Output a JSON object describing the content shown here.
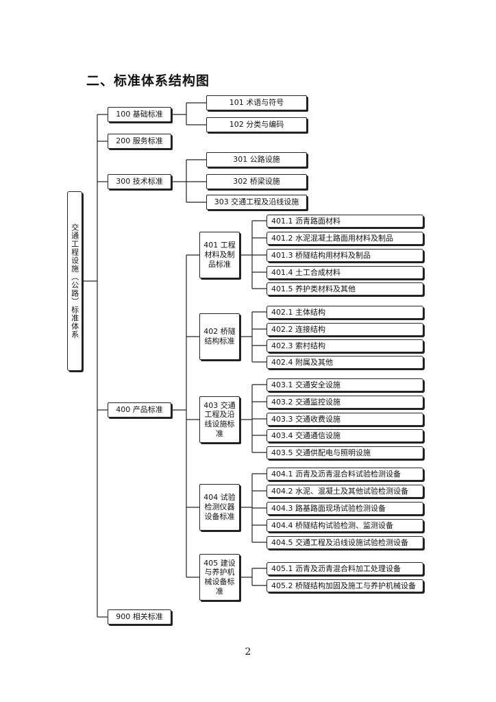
{
  "heading": "二、标准体系结构图",
  "root": "交通工程设施（公路）标准体系",
  "level1": {
    "l100": "100 基础标准",
    "l200": "200 服务标准",
    "l300": "300 技术标准",
    "l400": "400 产品标准",
    "l900": "900 相关标准"
  },
  "level2": {
    "n101": "101 术语与符号",
    "n102": "102 分类与编码",
    "n301": "301 公路设施",
    "n302": "302 桥梁设施",
    "n303": "303 交通工程及沿线设施",
    "n401": "401 工程材料及制品标准",
    "n402": "402 桥隧结构标准",
    "n403": "403 交通工程及沿线设施标准",
    "n404": "404 试验检测仪器设备标准",
    "n405": "405 建设与养护机械设备标准"
  },
  "level3": {
    "g401": [
      "401.1 沥青路面材料",
      "401.2 水泥混凝土路面用材料及制品",
      "401.3 桥隧结构用材料及制品",
      "401.4 土工合成材料",
      "401.5 养护类材料及其他"
    ],
    "g402": [
      "402.1 主体结构",
      "402.2 连接结构",
      "402.3 索村结构",
      "402.4 附属及其他"
    ],
    "g403": [
      "403.1 交通安全设施",
      "403.2 交通监控设施",
      "403.3 交通收费设施",
      "403.4 交通通信设施",
      "403.5 交通供配电与照明设施"
    ],
    "g404": [
      "404.1 沥青及沥青混合料试验检测设备",
      "404.2 水泥、混凝土及其他试验检测设备",
      "404.3 路基路面现场试验检测设备",
      "404.4 桥隧结构试验检测、监测设备",
      "404.5 交通工程及沿线设施试验检测设备"
    ],
    "g405": [
      "405.1 沥青及沥青混合料加工处理设备",
      "405.2 桥隧结构加固及施工与养护机械设备"
    ]
  },
  "page_number": "2"
}
